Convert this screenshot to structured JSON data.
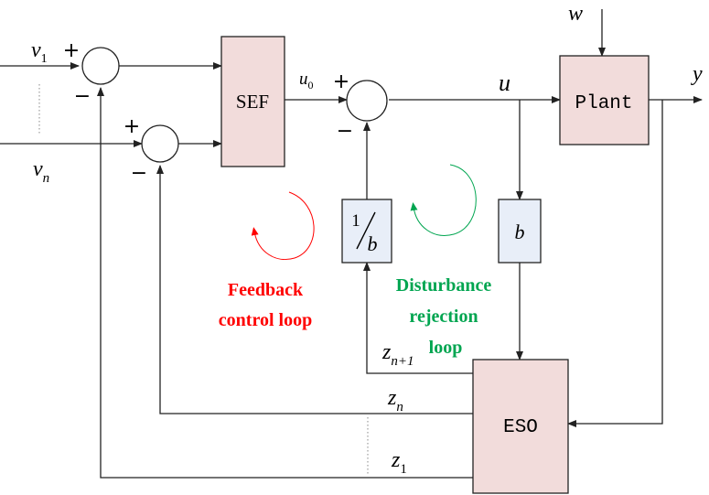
{
  "blocks": {
    "sef": "SEF",
    "plant": "Plant",
    "eso": "ESO",
    "gain_b": "b",
    "inv_num": "1",
    "inv_den": "b"
  },
  "signals": {
    "v1": "v",
    "v1_sub": "1",
    "vn": "v",
    "vn_sub": "n",
    "u0": "u",
    "u0_sub": "0",
    "u": "u",
    "w": "w",
    "y": "y",
    "zn1": "z",
    "zn1_sub": "n+1",
    "zn": "z",
    "zn_sub": "n",
    "z1": "z",
    "z1_sub": "1"
  },
  "signs": {
    "plus": "+",
    "minus": "−"
  },
  "loops": {
    "feedback_line1": "Feedback",
    "feedback_line2": "control loop",
    "disturbance_line1": "Disturbance",
    "disturbance_line2": "rejection",
    "disturbance_line3": "loop"
  },
  "colors": {
    "block_fill": "#f2dcdb",
    "gain_fill": "#e8eef8",
    "feedback": "#ff0000",
    "disturbance": "#00a550"
  }
}
